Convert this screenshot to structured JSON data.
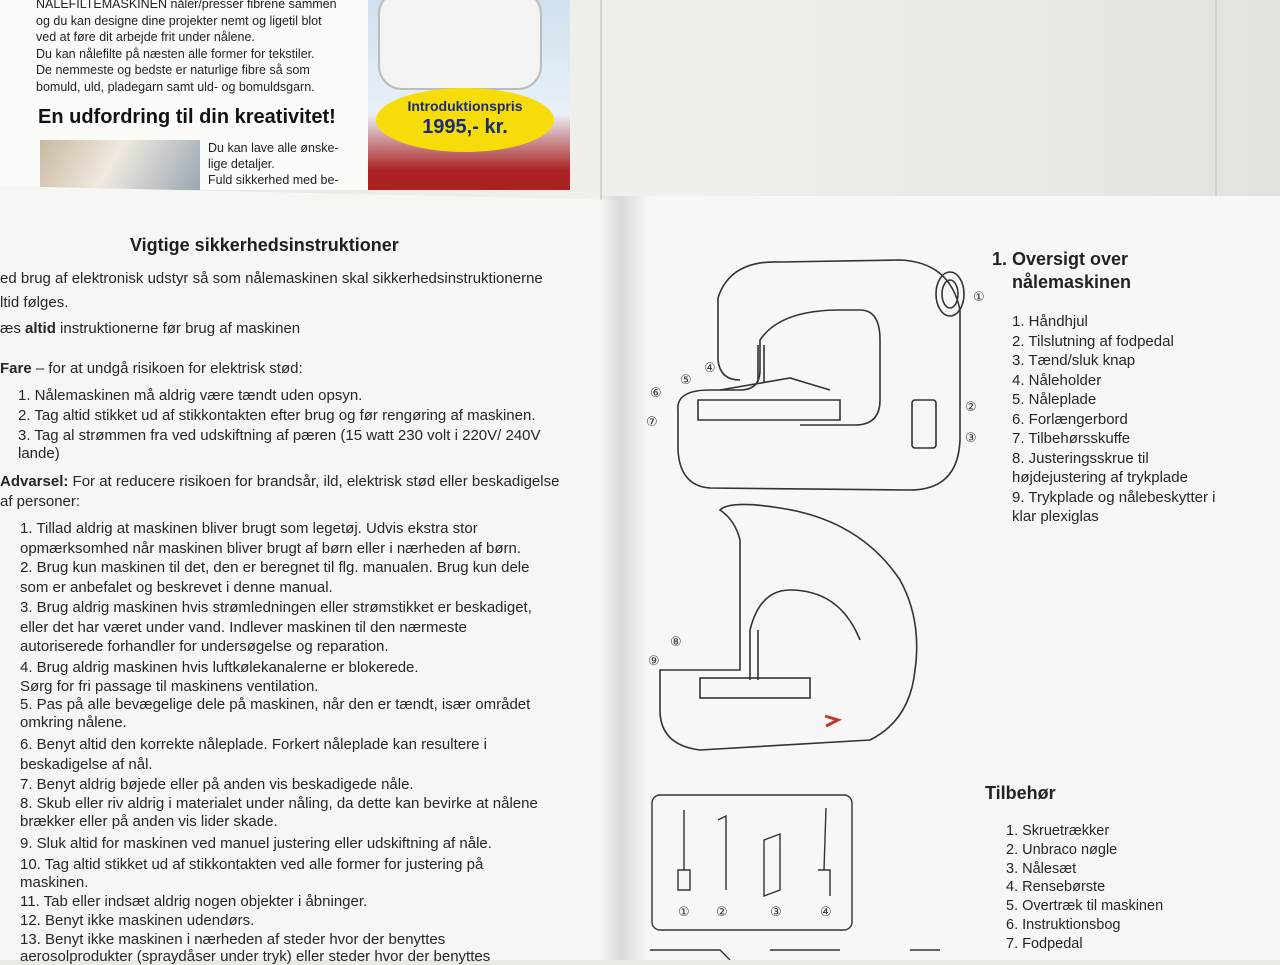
{
  "brochure": {
    "lines": [
      "NÅLEFILTEMASKINEN nåler/presser fibrene sammen",
      "og du kan designe dine projekter nemt og ligetil blot",
      "ved at føre dit arbejde frit under nålene.",
      "Du kan nålefilte på næsten alle former for tekstiler.",
      "De nemmeste og bedste er naturlige fibre så som",
      "bomuld, uld, pladegarn samt uld- og bomuldsgarn."
    ],
    "heading": "En udfordring til din kreativitet!",
    "small": [
      "Du kan lave alle ønske-",
      "lige detaljer.",
      "Fuld sikkerhed med be-"
    ],
    "badge_line1": "Introduktionspris",
    "badge_line2": "1995,- kr."
  },
  "left_page": {
    "title": "Vigtige sikkerhedsinstruktioner",
    "intro": [
      "ed brug af elektronisk udstyr så som nålemaskinen skal sikkerhedsinstruktionerne",
      "ltid følges."
    ],
    "read_pre": "æs ",
    "read_bold": "altid",
    "read_post": " instruktionerne før brug af maskinen",
    "danger_bold": "Fare",
    "danger_text": " – for at undgå risikoen for elektrisk stød:",
    "danger_items": [
      "1.  Nålemaskinen må aldrig være tændt uden opsyn.",
      "2.  Tag altid stikket ud af stikkontakten efter brug og før rengøring af maskinen.",
      "3.  Tag al strømmen fra ved udskiftning af pæren (15 watt 230 volt i 220V/ 240V",
      "      lande)"
    ],
    "warning_bold": "Advarsel:",
    "warning_text": " For at reducere risikoen for brandsår, ild, elektrisk stød eller beskadigelse",
    "warning_text2": "af personer:",
    "warning_items": [
      "1.  Tillad aldrig at maskinen bliver brugt som legetøj. Udvis ekstra stor",
      "      opmærksomhed når maskinen bliver brugt af børn eller i nærheden af børn.",
      "2.  Brug kun maskinen til det, den er beregnet til flg. manualen. Brug kun dele",
      "      som er anbefalet og beskrevet i denne manual.",
      "3.  Brug aldrig maskinen hvis strømledningen eller strømstikket er beskadiget,",
      "      eller det har været under vand. Indlever maskinen til den nærmeste",
      "      autoriserede forhandler for undersøgelse og reparation.",
      "4.  Brug aldrig maskinen hvis luftkølekanalerne er blokerede.",
      "      Sørg for fri passage til maskinens ventilation.",
      "5.  Pas på alle bevægelige dele på maskinen, når den er tændt, især området",
      "      omkring nålene.",
      "6.  Benyt altid den korrekte nåleplade. Forkert nåleplade kan resultere i",
      "      beskadigelse af nål.",
      "7.  Benyt aldrig bøjede eller på anden vis beskadigede nåle.",
      "8.  Skub eller riv aldrig i materialet under nåling, da dette kan bevirke at nålene",
      "      brækker eller på anden vis lider skade.",
      "9.  Sluk altid for maskinen ved manuel justering eller udskiftning af nåle.",
      "10. Tag altid stikket ud af stikkontakten ved alle former for justering på",
      "      maskinen.",
      "11. Tab eller indsæt aldrig nogen objekter i åbninger.",
      "12. Benyt ikke maskinen udendørs.",
      "13. Benyt ikke maskinen i nærheden af steder hvor der benyttes",
      "      aerosolprodukter (spraydåser under tryk) eller steder hvor der benyttes"
    ]
  },
  "right_page": {
    "title": [
      "1. Oversigt over",
      "nålemaskinen"
    ],
    "parts": [
      "1.  Håndhjul",
      "2.  Tilslutning af fodpedal",
      "3.  Tænd/sluk knap",
      "4.  Nåleholder",
      "5.  Nåleplade",
      "6.  Forlængerbord",
      "7.  Tilbehørsskuffe",
      "8.  Justeringsskrue til",
      "      højdejustering af trykplade",
      "9.  Trykplade og nålebeskytter i",
      "      klar plexiglas"
    ],
    "accessories_title": "Tilbehør",
    "accessories": [
      "1.  Skruetrækker",
      "2.  Unbraco nøgle",
      "3.  Nålesæt",
      "4.  Rensebørste",
      "5.  Overtræk til maskinen",
      "6.  Instruktionsbog",
      "7.  Fodpedal"
    ],
    "callouts_top": [
      "①",
      "②",
      "③",
      "④",
      "⑤",
      "⑥",
      "⑦"
    ],
    "callouts_mid": [
      "⑧",
      "⑨"
    ],
    "callouts_acc": [
      "①",
      "②",
      "③",
      "④"
    ]
  }
}
